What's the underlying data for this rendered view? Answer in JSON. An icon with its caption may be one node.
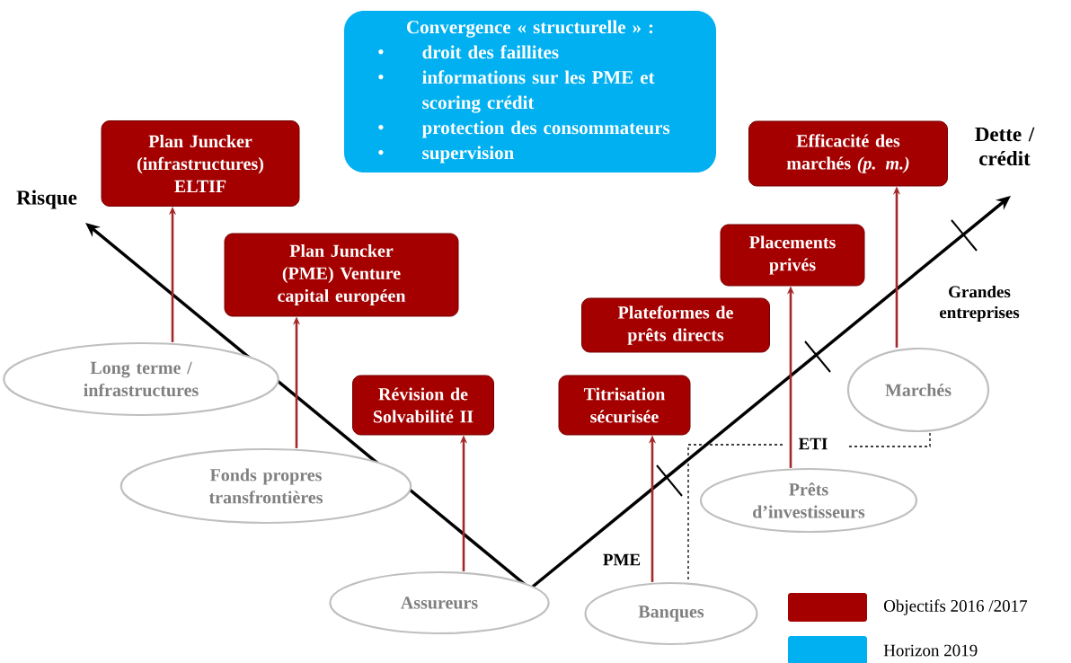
{
  "diagram": {
    "nodes": [
      {
        "text": [
          "Convergence « structurelle » :",
          "droit des faillites",
          "informations sur les PME et scoring crédit",
          "protection des consommateurs",
          "supervision"
        ]
      },
      {
        "text": [
          "Plan Juncker (infrastructures) ELTIF"
        ]
      },
      {
        "text": [
          "Plan Juncker (PME) Venture capital européen"
        ]
      },
      {
        "text": [
          "Révision de Solvabilité II"
        ]
      },
      {
        "text": [
          "Titrisation sécurisée"
        ]
      },
      {
        "text": [
          "Plateformes de prêts directs"
        ]
      },
      {
        "text": [
          "Placements privés"
        ]
      },
      {
        "text": [
          "Efficacité des marchés *(p. m.)*"
        ]
      },
      {
        "text": [
          "Long terme / infrastructures"
        ]
      },
      {
        "text": [
          "Fonds propres transfrontières"
        ]
      },
      {
        "text": [
          "Assureurs"
        ]
      },
      {
        "text": [
          "Banques"
        ]
      },
      {
        "text": [
          "Prêts d’investisseurs"
        ]
      },
      {
        "text": [
          "Marchés"
        ]
      }
    ],
    "edges": [
      {
        "from": 8,
        "to": 1,
        "arrow": "to"
      },
      {
        "from": 9,
        "to": 2,
        "arrow": "to"
      },
      {
        "from": 10,
        "to": 3,
        "arrow": "to"
      },
      {
        "from": 11,
        "to": 4,
        "arrow": "to"
      },
      {
        "from": 12,
        "to": 6,
        "arrow": "to"
      },
      {
        "from": 13,
        "to": 7,
        "arrow": "to"
      }
    ],
    "labels": [
      "Dette / crédit",
      "Risque",
      "Grandes entreprises",
      "ETI",
      "PME"
    ],
    "legend": [
      {
        "text": "Objectifs 2016 /2017",
        "color": "#a50000"
      },
      {
        "text": "Horizon 2019",
        "color": "#00b0f0"
      }
    ]
  }
}
